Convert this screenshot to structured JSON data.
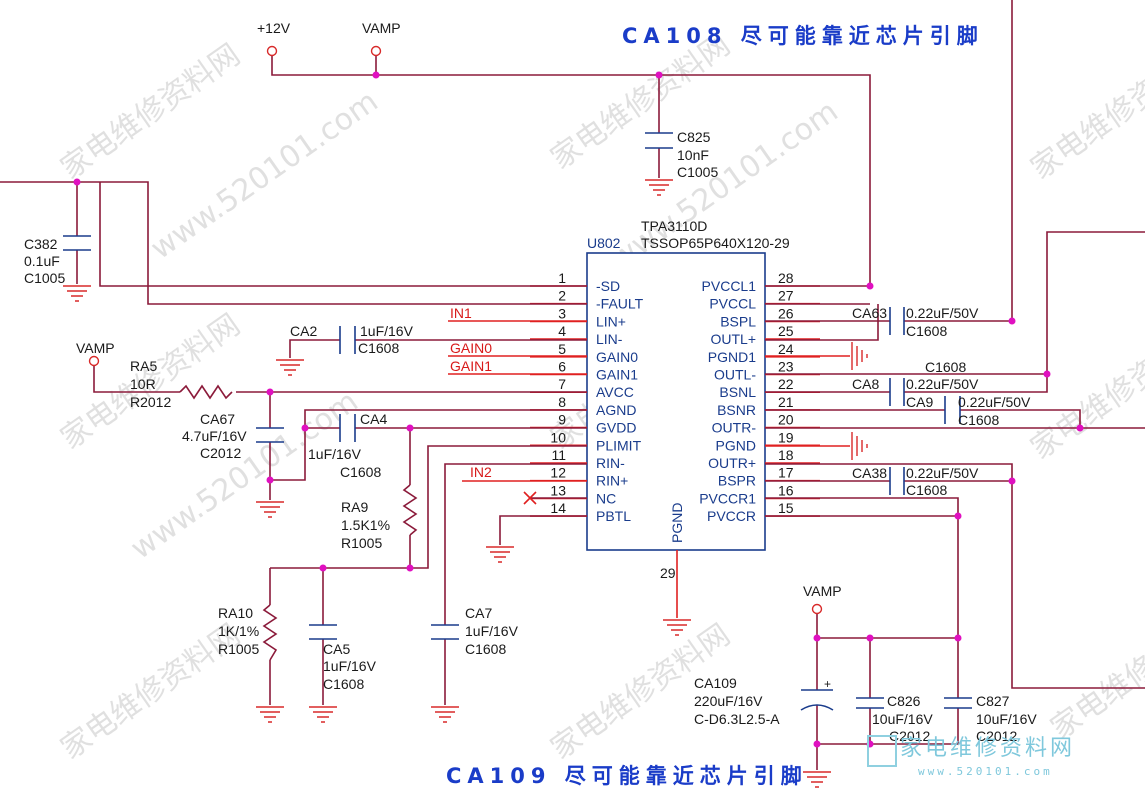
{
  "titles": {
    "top": "CA108 尽可能靠近芯片引脚",
    "bottom": "CA109 尽可能靠近芯片引脚"
  },
  "watermark": {
    "site_text": "www.520101.com",
    "cn_text": "家电维修资料网",
    "logo_cn": "家电维修资料网",
    "logo_url": "www.520101.com"
  },
  "power": {
    "v12": "+12V",
    "vamp_top": "VAMP",
    "vamp_left": "VAMP",
    "vamp_bottom": "VAMP"
  },
  "ic": {
    "ref": "U802",
    "part": "TPA3110D",
    "package": "TSSOP65P640X120-29",
    "left_pins": [
      {
        "num": "1",
        "name": "-SD"
      },
      {
        "num": "2",
        "name": "-FAULT"
      },
      {
        "num": "3",
        "name": "LIN+"
      },
      {
        "num": "4",
        "name": "LIN-"
      },
      {
        "num": "5",
        "name": "GAIN0"
      },
      {
        "num": "6",
        "name": "GAIN1"
      },
      {
        "num": "7",
        "name": "AVCC"
      },
      {
        "num": "8",
        "name": "AGND"
      },
      {
        "num": "9",
        "name": "GVDD"
      },
      {
        "num": "10",
        "name": "PLIMIT"
      },
      {
        "num": "11",
        "name": "RIN-"
      },
      {
        "num": "12",
        "name": "RIN+"
      },
      {
        "num": "13",
        "name": "NC"
      },
      {
        "num": "14",
        "name": "PBTL"
      }
    ],
    "right_pins": [
      {
        "num": "28",
        "name": "PVCCL1"
      },
      {
        "num": "27",
        "name": "PVCCL"
      },
      {
        "num": "26",
        "name": "BSPL"
      },
      {
        "num": "25",
        "name": "OUTL+"
      },
      {
        "num": "24",
        "name": "PGND1"
      },
      {
        "num": "23",
        "name": "OUTL-"
      },
      {
        "num": "22",
        "name": "BSNL"
      },
      {
        "num": "21",
        "name": "BSNR"
      },
      {
        "num": "20",
        "name": "OUTR-"
      },
      {
        "num": "19",
        "name": "PGND"
      },
      {
        "num": "18",
        "name": "OUTR+"
      },
      {
        "num": "17",
        "name": "BSPR"
      },
      {
        "num": "16",
        "name": "PVCCR1"
      },
      {
        "num": "15",
        "name": "PVCCR"
      }
    ],
    "bottom_pin": {
      "num": "29",
      "name": "PGND"
    }
  },
  "nets": {
    "in1": "IN1",
    "in2": "IN2",
    "gain0": "GAIN0",
    "gain1": "GAIN1"
  },
  "components": {
    "c825": {
      "ref": "C825",
      "value": "10nF",
      "pkg": "C1005"
    },
    "c382": {
      "ref": "C382",
      "value": "0.1uF",
      "pkg": "C1005"
    },
    "ca2": {
      "ref": "CA2",
      "value": "1uF/16V",
      "pkg": "C1608"
    },
    "ra5": {
      "ref": "RA5",
      "value": "10R",
      "pkg": "R2012"
    },
    "ca67": {
      "ref": "CA67",
      "value": "4.7uF/16V",
      "pkg": "C2012"
    },
    "ca4": {
      "ref": "CA4",
      "value": "1uF/16V",
      "pkg": "C1608"
    },
    "ra9": {
      "ref": "RA9",
      "value": "1.5K1%",
      "pkg": "R1005"
    },
    "ra10": {
      "ref": "RA10",
      "value": "1K/1%",
      "pkg": "R1005"
    },
    "ca5": {
      "ref": "CA5",
      "value": "1uF/16V",
      "pkg": "C1608"
    },
    "ca7": {
      "ref": "CA7",
      "value": "1uF/16V",
      "pkg": "C1608"
    },
    "ca63": {
      "ref": "CA63",
      "value": "0.22uF/50V",
      "pkg": "C1608"
    },
    "c1608_label": {
      "pkg": "C1608"
    },
    "ca8": {
      "ref": "CA8",
      "value": "0.22uF/50V"
    },
    "ca9": {
      "ref": "CA9",
      "value": "0.22uF/50V",
      "pkg": "C1608"
    },
    "ca38": {
      "ref": "CA38",
      "value": "0.22uF/50V",
      "pkg": "C1608"
    },
    "ca109": {
      "ref": "CA109",
      "value": "220uF/16V",
      "pkg": "C-D6.3L2.5-A"
    },
    "c826": {
      "ref": "C826",
      "value": "10uF/16V",
      "pkg": "C2012"
    },
    "c827": {
      "ref": "C827",
      "value": "10uF/16V",
      "pkg": "C2012"
    }
  },
  "colors": {
    "wire": "#8b1a3a",
    "signal_red": "#e02020",
    "blue_text": "#1a3c8c",
    "junction": "#e010c0",
    "title_blue": "#1a3cc8"
  }
}
